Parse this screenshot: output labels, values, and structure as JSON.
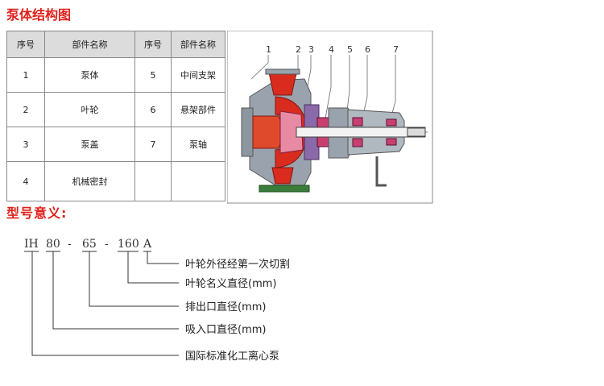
{
  "parts_section": {
    "title": "泵体结构图",
    "headers": [
      "序号",
      "部件名称",
      "序号",
      "部件名称"
    ],
    "rows": [
      [
        "1",
        "泵体",
        "5",
        "中间支架"
      ],
      [
        "2",
        "叶轮",
        "6",
        "悬架部件"
      ],
      [
        "3",
        "泵盖",
        "7",
        "泵轴"
      ],
      [
        "4",
        "机械密封",
        "",
        ""
      ]
    ],
    "callouts": [
      "1",
      "2",
      "3",
      "4",
      "5",
      "6",
      "7"
    ],
    "colors": {
      "title_red": "#e0201b",
      "pump_red": "#d92b1e",
      "pump_gray": "#9aa3ad",
      "base_green": "#3a7d3a",
      "shaft_white": "#f2f2f2"
    }
  },
  "model_section": {
    "title": "型号意义:",
    "code": [
      "IH",
      "80",
      "-",
      "65",
      "-",
      "160",
      "A"
    ],
    "meanings": [
      "叶轮外径经第一次切割",
      "叶轮名义直径(mm)",
      "排出口直径(mm)",
      "吸入口直径(mm)",
      "国际标准化工离心泵"
    ]
  }
}
